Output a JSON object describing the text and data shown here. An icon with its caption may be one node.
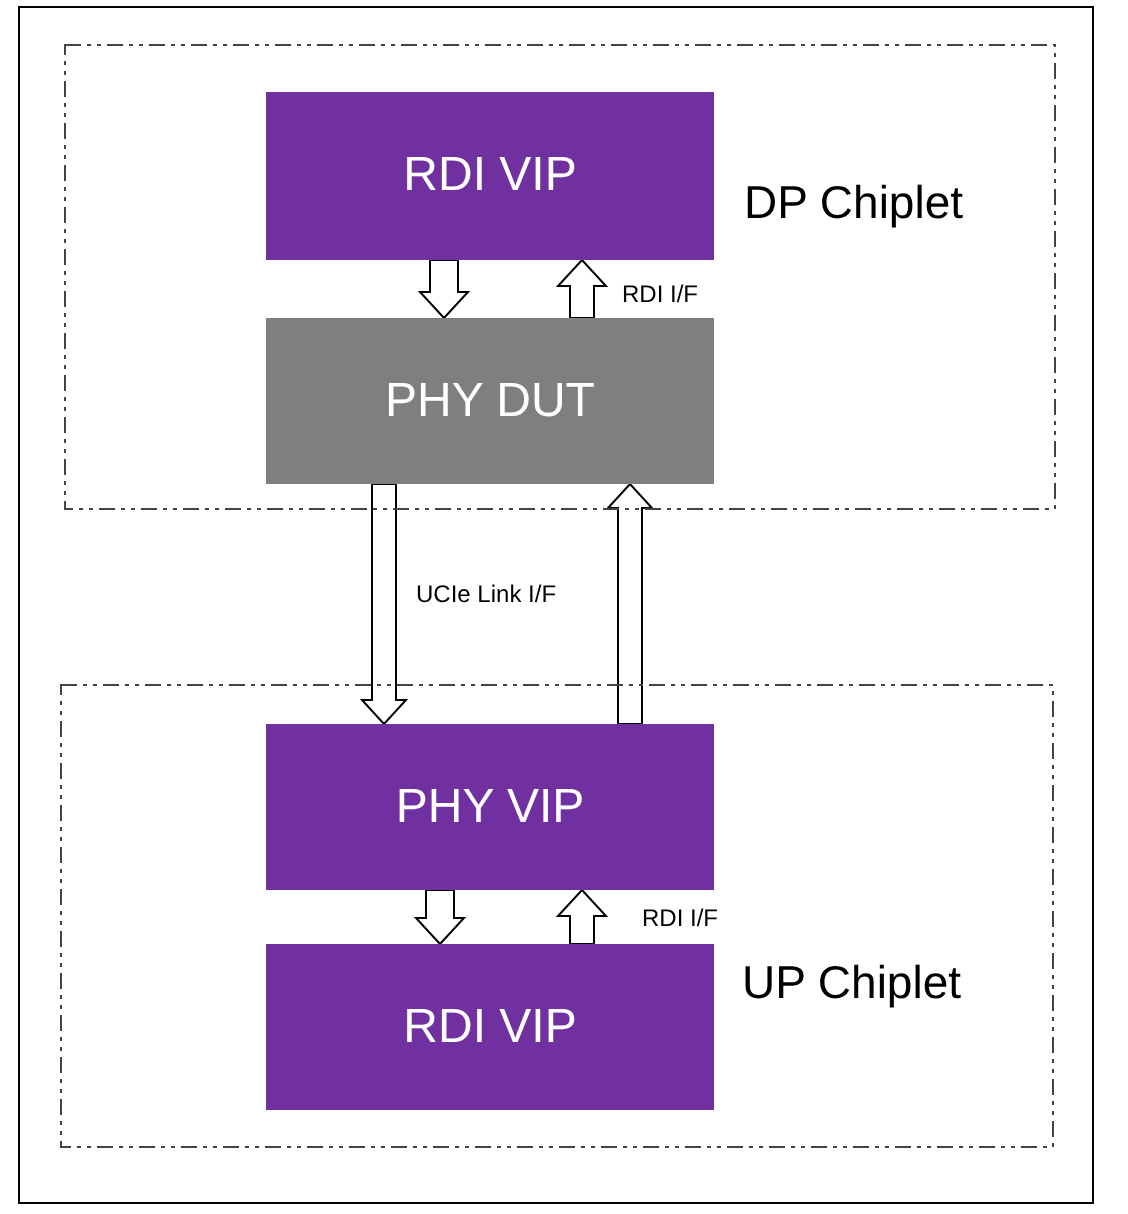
{
  "diagram": {
    "nodes": [
      {
        "text": [
          "DP Chiplet"
        ]
      },
      {
        "text": [
          "RDI VIP"
        ],
        "in": 0
      },
      {
        "text": [
          "PHY DUT"
        ],
        "in": 0
      },
      {
        "text": [
          "UP Chiplet"
        ]
      },
      {
        "text": [
          "PHY VIP"
        ],
        "in": 3
      },
      {
        "text": [
          "RDI VIP"
        ],
        "in": 3
      }
    ],
    "edges": [
      {
        "from": 1,
        "to": 2,
        "arrow": "to"
      },
      {
        "from": 2,
        "to": 1,
        "arrow": "to",
        "label": "RDI I/F"
      },
      {
        "from": 2,
        "to": 4,
        "arrow": "to",
        "label": "UCIe Link I/F"
      },
      {
        "from": 4,
        "to": 2,
        "arrow": "to"
      },
      {
        "from": 4,
        "to": 5,
        "arrow": "to"
      },
      {
        "from": 5,
        "to": 4,
        "arrow": "to",
        "label": "RDI I/F"
      }
    ]
  }
}
